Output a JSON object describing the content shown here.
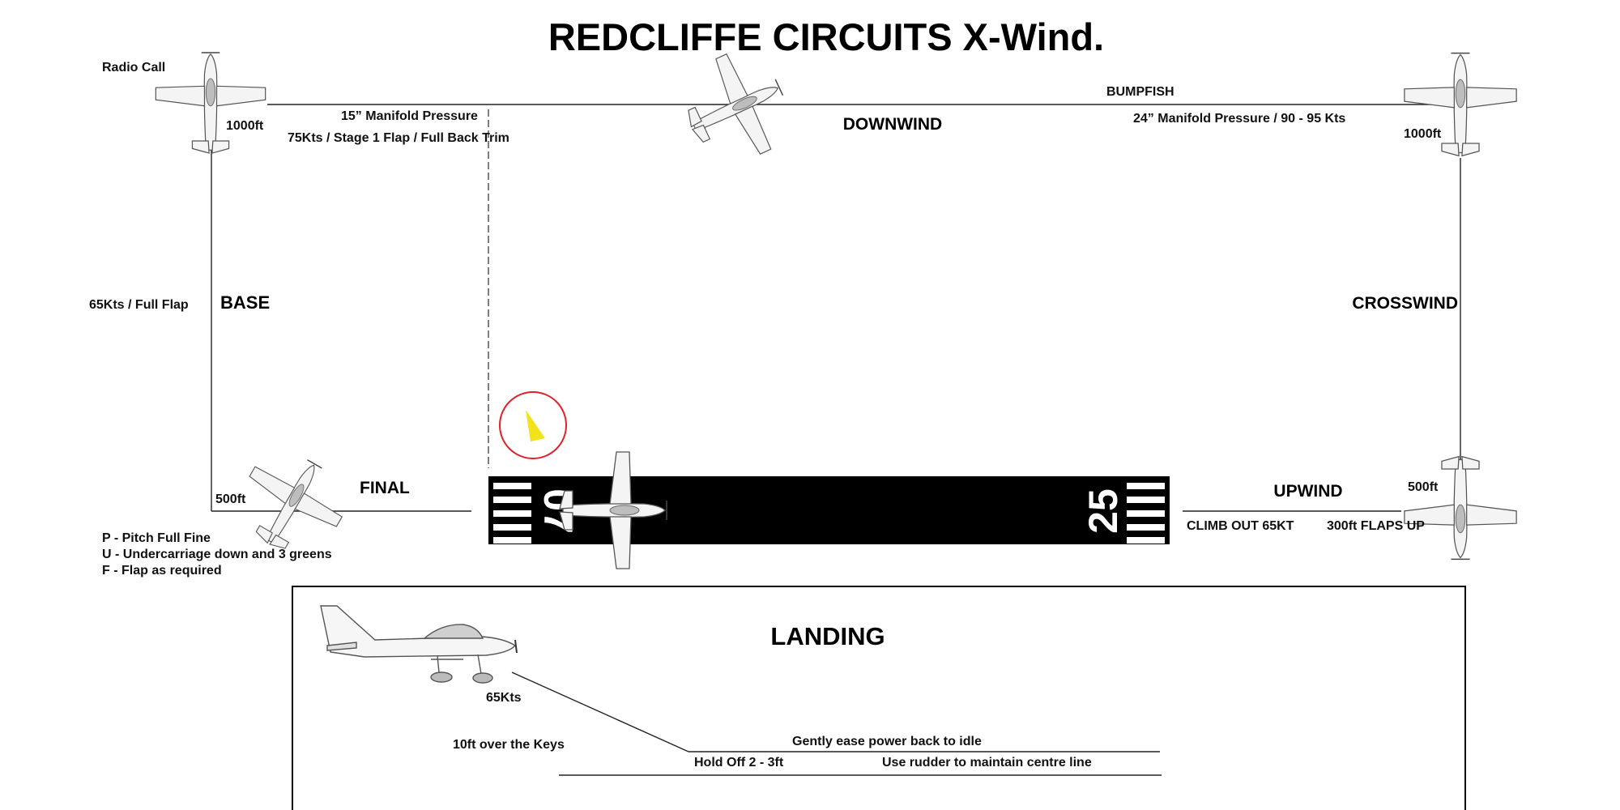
{
  "title": "REDCLIFFE CIRCUITS X-Wind.",
  "legs": {
    "downwind": "DOWNWIND",
    "base": "BASE",
    "final": "FINAL",
    "crosswind": "CROSSWIND",
    "upwind": "UPWIND"
  },
  "notes": {
    "radio_call": "Radio Call",
    "alt_1000_left": "1000ft",
    "alt_1000_right": "1000ft",
    "alt_500_left": "500ft",
    "alt_500_right": "500ft",
    "manifold_15": "15” Manifold Pressure",
    "stage1": "75Kts / Stage 1 Flap / Full Back Trim",
    "bumpfish": "BUMPFISH",
    "manifold_24": "24” Manifold Pressure / 90 - 95 Kts",
    "base_speed": "65Kts / Full Flap",
    "climb_out": "CLIMB OUT 65KT",
    "flaps_up": "300ft FLAPS UP"
  },
  "puf": [
    "P - Pitch Full Fine",
    "U - Undercarriage down and 3 greens",
    "F - Flap as required"
  ],
  "runway": {
    "left_number": "07",
    "right_number": "25"
  },
  "landing": {
    "title": "LANDING",
    "speed": "65Kts",
    "keys": "10ft over the Keys",
    "ease_power": "Gently ease power back to idle",
    "hold_off": "Hold Off 2 - 3ft",
    "rudder": "Use rudder to maintain centre line"
  },
  "colors": {
    "ink": "#111111",
    "runway": "#000000",
    "wind_circle": "#e0212b",
    "wind_arrow": "#f2e21a",
    "aircraft_fill": "#f4f4f4",
    "aircraft_shade": "#bdbdbd"
  },
  "icons": {
    "aircraft": "aircraft-topview-icon",
    "wind": "wind-direction-icon",
    "side_aircraft": "aircraft-side-icon"
  }
}
